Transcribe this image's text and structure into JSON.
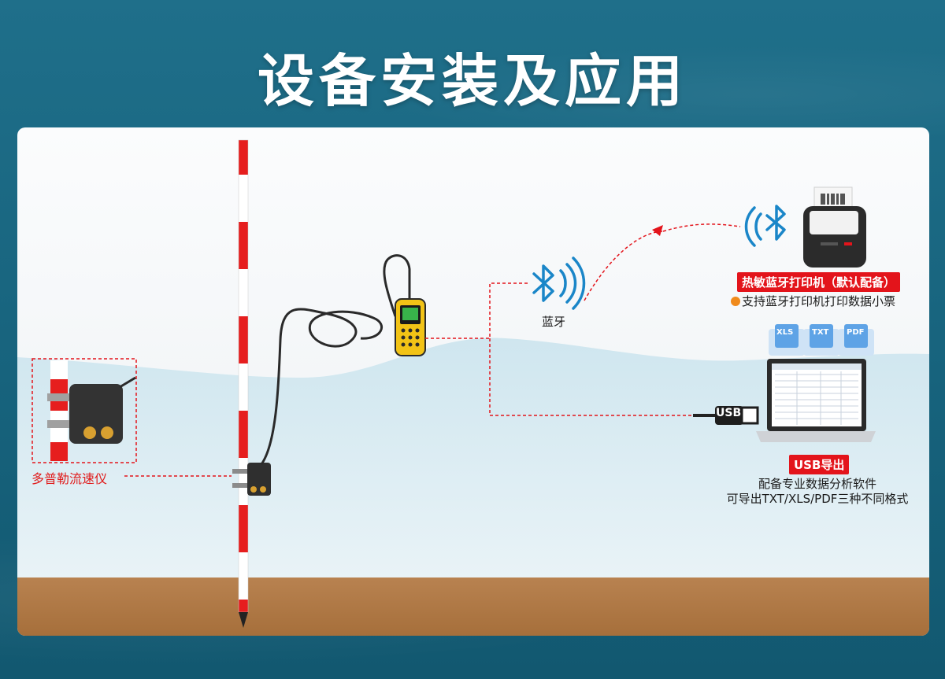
{
  "title": "设备安装及应用",
  "labels": {
    "sensor": "多普勒流速仪",
    "bluetooth": "蓝牙",
    "printer_badge": "热敏蓝牙打印机（默认配备）",
    "printer_desc": "支持蓝牙打印机打印数据小票",
    "usb_badge": "USB导出",
    "software_line1": "配备专业数据分析软件",
    "software_line2": "可导出TXT/XLS/PDF三种不同格式",
    "usb_plug": "USB",
    "file_xls": "XLS",
    "file_txt": "TXT",
    "file_pdf": "PDF"
  },
  "colors": {
    "accent_red": "#e3141b",
    "bluetooth_blue": "#1a86c8",
    "water": "#bcdbe8",
    "soil": "#b07a44",
    "orange_dot": "#f08a1c"
  },
  "icons": [
    "bluetooth-icon",
    "usb-icon",
    "printer-icon",
    "laptop-icon",
    "file-xls-icon",
    "file-txt-icon",
    "file-pdf-icon"
  ]
}
